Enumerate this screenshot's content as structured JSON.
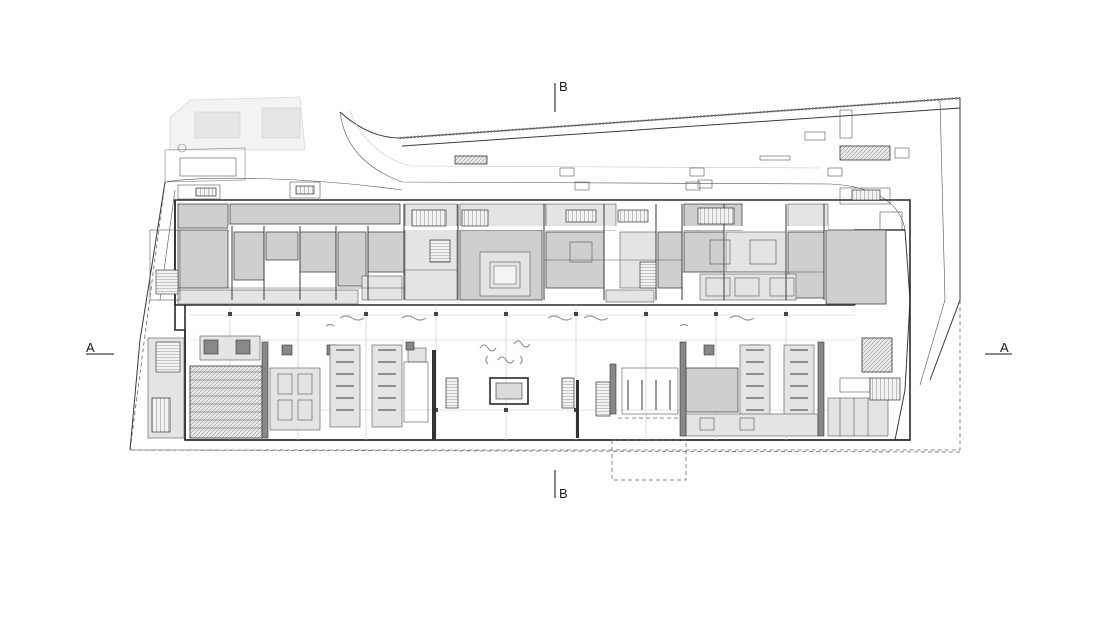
{
  "section_marks": {
    "top": "B",
    "bottom": "B",
    "left": "A",
    "right": "A"
  }
}
